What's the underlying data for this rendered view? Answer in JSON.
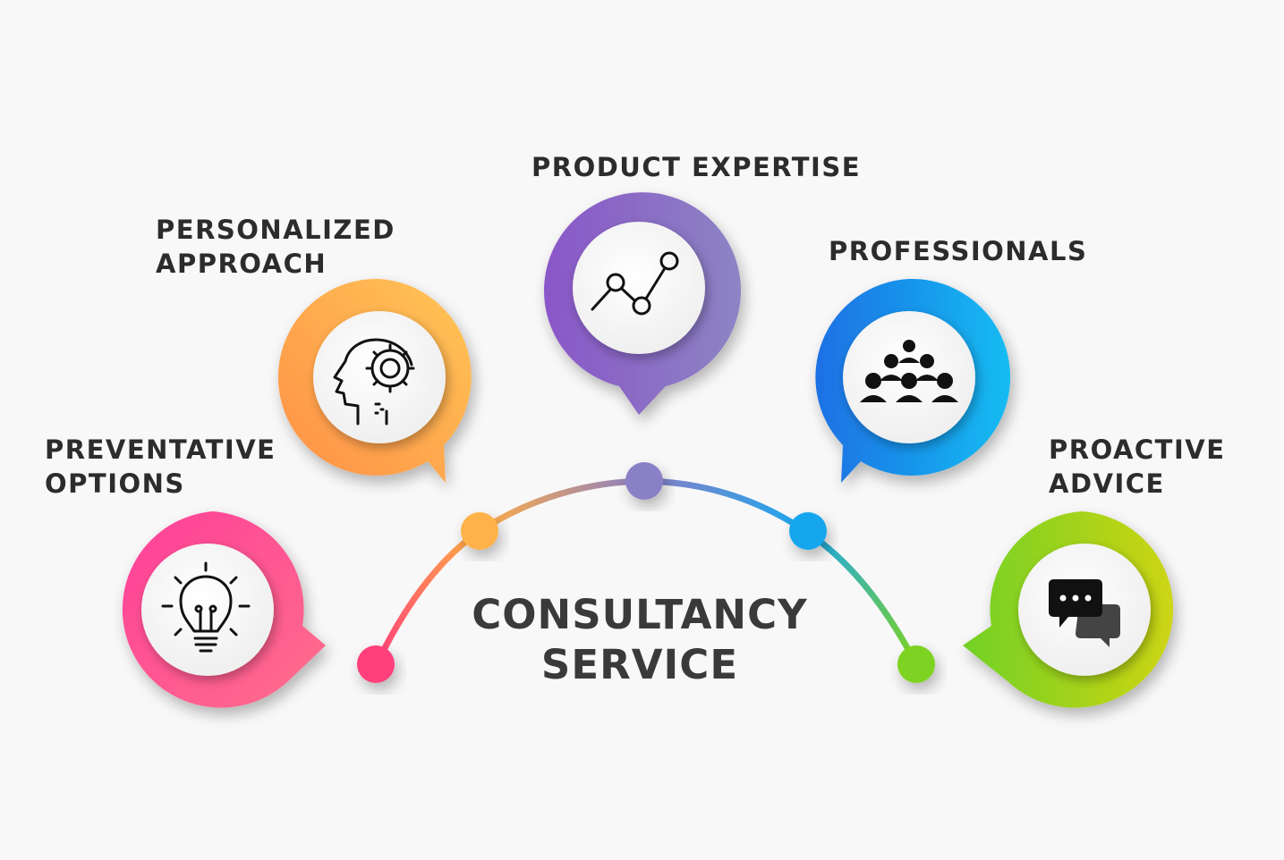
{
  "center": {
    "line1": "CONSULTANCY",
    "line2": "SERVICE"
  },
  "items": [
    {
      "id": "preventative",
      "title_lines": [
        "PREVENTATIVE",
        "OPTIONS"
      ],
      "icon": "lightbulb-icon",
      "colors": [
        "#ff4f9a",
        "#ff6f8d"
      ]
    },
    {
      "id": "personalized",
      "title_lines": [
        "PERSONALIZED",
        "APPROACH"
      ],
      "icon": "head-gear-icon",
      "colors": [
        "#ff9a4a",
        "#ffc250"
      ]
    },
    {
      "id": "product",
      "title_lines": [
        "PRODUCT EXPERTISE"
      ],
      "icon": "line-graph-icon",
      "colors": [
        "#8a56c8",
        "#8a82c4"
      ]
    },
    {
      "id": "professionals",
      "title_lines": [
        "PROFESSIONALS"
      ],
      "icon": "team-people-icon",
      "colors": [
        "#1e78e6",
        "#16b4f0"
      ]
    },
    {
      "id": "proactive",
      "title_lines": [
        "PROACTIVE",
        "ADVICE"
      ],
      "icon": "chat-bubbles-icon",
      "colors": [
        "#7bd321",
        "#c6d615"
      ]
    }
  ],
  "arc_colors": [
    "#ff3f7a",
    "#ffae45",
    "#8a7fc4",
    "#1aa7ee",
    "#7ed321"
  ]
}
